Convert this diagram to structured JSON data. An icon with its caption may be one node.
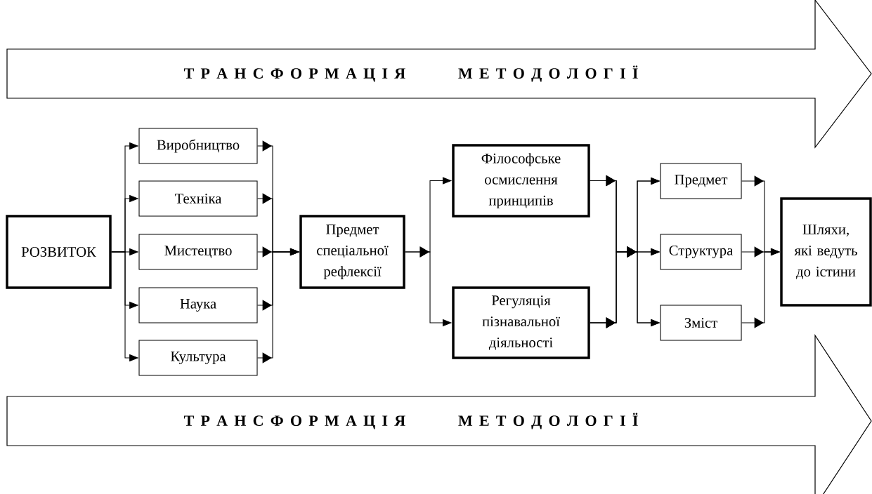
{
  "diagram": {
    "nodes": [
      {
        "text": [
          "Т Р А Н С Ф О Р М А Ц І Я",
          "М Е Т О Д О Л О Г І Ї"
        ]
      },
      {
        "text": [
          "РОЗВИТОК"
        ]
      },
      {
        "text": [
          "Виробництво"
        ]
      },
      {
        "text": [
          "Техніка"
        ]
      },
      {
        "text": [
          "Мистецтво"
        ]
      },
      {
        "text": [
          "Наука"
        ]
      },
      {
        "text": [
          "Культура"
        ]
      },
      {
        "text": [
          "Предмет спеціальної рефлексії"
        ]
      },
      {
        "text": [
          "Філософське осмислення принципів"
        ]
      },
      {
        "text": [
          "Регуляція пізнавальної діяльності"
        ]
      },
      {
        "text": [
          "Предмет"
        ]
      },
      {
        "text": [
          "Структура"
        ]
      },
      {
        "text": [
          "Зміст"
        ]
      },
      {
        "text": [
          "Шляхи, які ведуть до істини"
        ]
      },
      {
        "text": [
          "Т Р А Н С Ф О Р М А Ц І Я",
          "М Е Т О Д О Л О Г І Ї"
        ]
      }
    ],
    "edges": [
      {
        "from": 1,
        "to": 2,
        "arrow": "to"
      },
      {
        "from": 1,
        "to": 3,
        "arrow": "to"
      },
      {
        "from": 1,
        "to": 4,
        "arrow": "to"
      },
      {
        "from": 1,
        "to": 5,
        "arrow": "to"
      },
      {
        "from": 1,
        "to": 6,
        "arrow": "to"
      },
      {
        "from": 2,
        "to": 7,
        "arrow": "to"
      },
      {
        "from": 3,
        "to": 7,
        "arrow": "to"
      },
      {
        "from": 4,
        "to": 7,
        "arrow": "to"
      },
      {
        "from": 5,
        "to": 7,
        "arrow": "to"
      },
      {
        "from": 6,
        "to": 7,
        "arrow": "to"
      },
      {
        "from": 7,
        "to": 8,
        "arrow": "to"
      },
      {
        "from": 7,
        "to": 9,
        "arrow": "to"
      },
      {
        "from": 8,
        "to": 10,
        "arrow": "to"
      },
      {
        "from": 8,
        "to": 11,
        "arrow": "to"
      },
      {
        "from": 8,
        "to": 12,
        "arrow": "to"
      },
      {
        "from": 9,
        "to": 10,
        "arrow": "to"
      },
      {
        "from": 9,
        "to": 11,
        "arrow": "to"
      },
      {
        "from": 9,
        "to": 12,
        "arrow": "to"
      },
      {
        "from": 10,
        "to": 13,
        "arrow": "to"
      },
      {
        "from": 11,
        "to": 13,
        "arrow": "to"
      },
      {
        "from": 12,
        "to": 13,
        "arrow": "to"
      }
    ]
  }
}
